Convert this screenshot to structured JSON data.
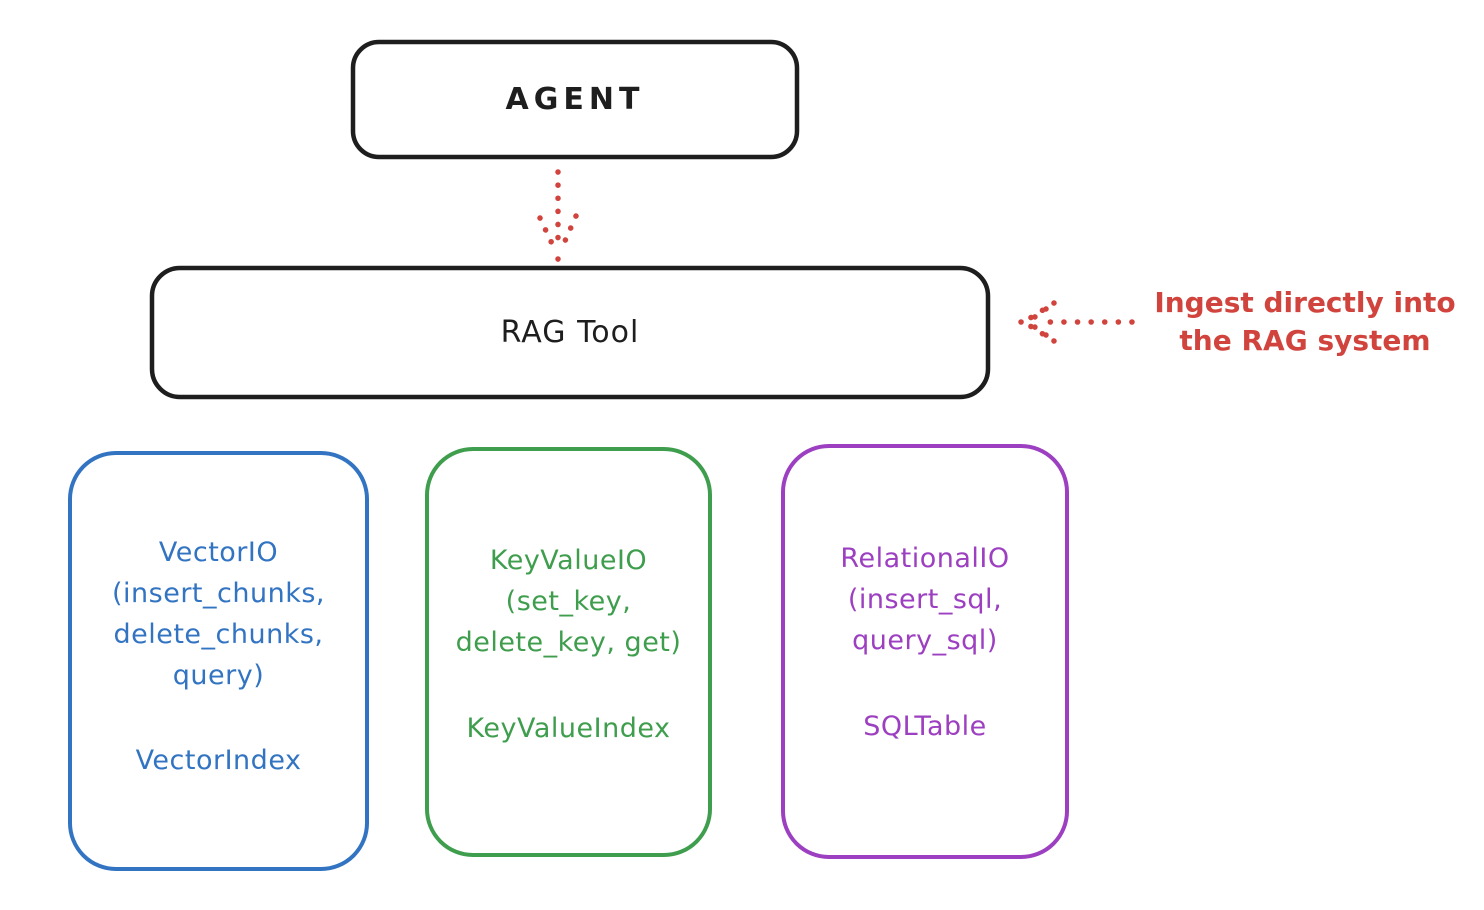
{
  "colors": {
    "ink": "#1e1e1e",
    "red": "#d1443d",
    "blue": "#3274c2",
    "green": "#3f9e4d",
    "purple": "#9c3fc0"
  },
  "agent": {
    "label": "AGENT"
  },
  "rag_tool": {
    "label": "RAG Tool"
  },
  "annotation": {
    "lines": [
      "Ingest directly into",
      "the RAG system"
    ]
  },
  "arrows": [
    {
      "name": "agent-to-rag-tool",
      "style": "dotted",
      "direction": "down",
      "color": "#d1443d"
    },
    {
      "name": "ingest-into-rag-system",
      "style": "dotted",
      "direction": "left",
      "color": "#d1443d"
    }
  ],
  "boxes": [
    {
      "color": "#3274c2",
      "lines": [
        "VectorIO",
        "(insert_chunks,",
        "delete_chunks,",
        "query)"
      ],
      "index_label": "VectorIndex"
    },
    {
      "color": "#3f9e4d",
      "lines": [
        "KeyValueIO",
        "(set_key,",
        "delete_key, get)"
      ],
      "index_label": "KeyValueIndex"
    },
    {
      "color": "#9c3fc0",
      "lines": [
        "RelationalIO",
        "(insert_sql,",
        "query_sql)"
      ],
      "index_label": "SQLTable"
    }
  ]
}
